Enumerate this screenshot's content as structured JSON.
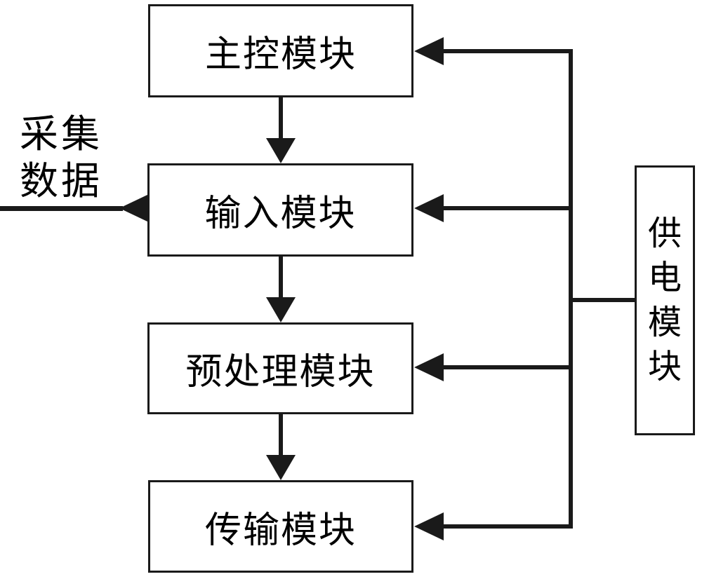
{
  "boxes": {
    "main_control": {
      "label": "主控模块"
    },
    "input": {
      "label": "输入模块"
    },
    "preprocess": {
      "label": "预处理模块"
    },
    "transmit": {
      "label": "传输模块"
    },
    "power": {
      "label": "供电模块"
    }
  },
  "external_input": {
    "line1": "采集",
    "line2": "数据"
  },
  "connections": {
    "main_to_input": "主控模块→输入模块",
    "input_to_preprocess": "输入模块→预处理模块",
    "preprocess_to_transmit": "预处理模块→传输模块",
    "power_feeds": "供电模块→主控模块,输入模块,预处理模块,传输模块",
    "external_to_input": "采集数据→输入模块"
  },
  "colors": {
    "line": "#1a1a1a",
    "text": "#000000",
    "background": "#ffffff"
  }
}
